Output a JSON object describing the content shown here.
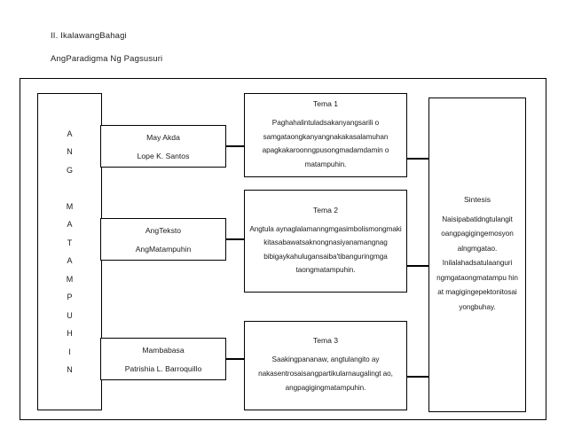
{
  "headings": {
    "part": "II. IkalawangBahagi",
    "title": "AngParadigma Ng Pagsusuri"
  },
  "diagram": {
    "column": {
      "label": "A\nN\nG\n\nM\nA\nT\nA\nM\nP\nU\nH\nI\nN"
    },
    "roles": [
      {
        "title": "May Akda",
        "name": "Lope K. Santos"
      },
      {
        "title": "AngTeksto",
        "name": "AngMatampuhin"
      },
      {
        "title": "Mambabasa",
        "name": "Patrishia L. Barroquillo"
      }
    ],
    "temas": [
      {
        "title": "Tema 1",
        "body": "Paghahalintuladsakanyangsarili o samgataongkanyangnakakasalamuhan apagkakaroonngpusongmadamdamin o matampuhin."
      },
      {
        "title": "Tema 2",
        "body": "Angtula aynaglalamanngmgasimbolismongmaki kitasabawatsaknongnasiyanamangnag bibigaykahulugansaiba'tibanguringmga taongmatampuhin."
      },
      {
        "title": "Tema 3",
        "body": "Saakingpananaw, angtulangito ay nakasentrosaisangpartikularnaugalingt ao, angpagigingmatampuhin."
      }
    ],
    "sintesis": {
      "title": "Sintesis",
      "body": "Naisipabatidngtulangit oangpagigingemosyon alngmgatao. Inilalahadsatulaanguri ngmgataongmatampu hin at magigingepektonitosai yongbuhay."
    }
  },
  "colors": {
    "stroke": "#000000",
    "background": "#ffffff",
    "text": "#1a1a1a"
  }
}
